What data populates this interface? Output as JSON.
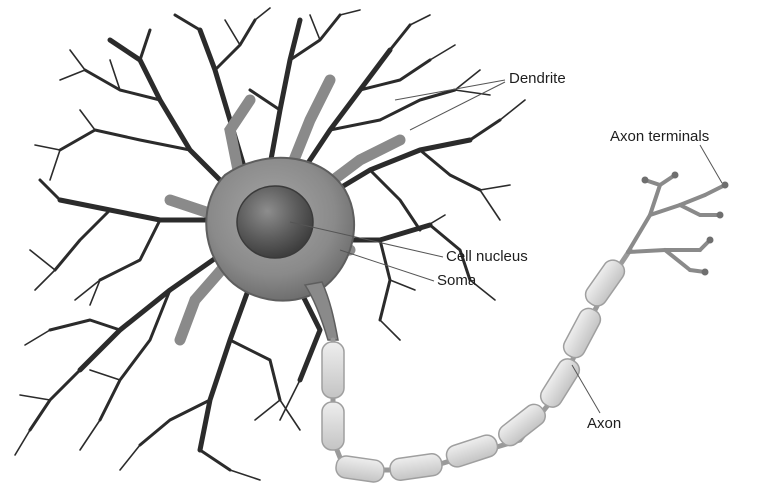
{
  "labels": {
    "dendrite": "Dendrite",
    "axon_terminals": "Axon terminals",
    "cell_nucleus": "Cell nucleus",
    "soma": "Soma",
    "axon": "Axon"
  },
  "colors": {
    "dendrite": "#2b2b2b",
    "soma": "#8e8e8e",
    "nucleus": "#5a5a5a",
    "myelin": "#d6d6d6",
    "axon_terminal": "#8a8a8a",
    "leader_line": "#555555"
  }
}
